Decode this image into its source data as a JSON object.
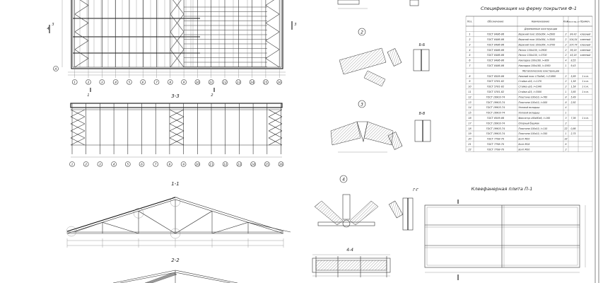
{
  "titles": {
    "section_3_3": "3-3",
    "section_1_1": "1-1",
    "section_2_2": "2-2",
    "section_4_4": "4-4",
    "node_2": "2",
    "node_3": "3",
    "node_4": "4",
    "section_b_b": "Б-Б",
    "section_v_v": "В-В",
    "section_g_g": "Г-Г",
    "spec_title": "Спецификация на ферму покрытия Ф-1",
    "plate_title": "Клеефанерная плита П-1"
  },
  "plan": {
    "axes": [
      "1",
      "2",
      "3",
      "4",
      "5",
      "6",
      "7",
      "8",
      "9",
      "10",
      "11",
      "12",
      "13",
      "14",
      "15",
      "16"
    ],
    "row_axes": [
      "4",
      "А"
    ],
    "cut_marks": [
      "1",
      "2",
      "3",
      "3"
    ]
  },
  "spec": {
    "headers": [
      "Поз.",
      "Обозначение",
      "Наименование",
      "Кол.",
      "Масса ед.,кг",
      "Примеч."
    ],
    "rows": [
      {
        "section": "Деревянные конструкции"
      },
      {
        "pos": "1",
        "code": "ГОСТ 8486-86",
        "name": "Верхний пояс 160x364, l=2900",
        "qty": "2",
        "mass": "84,43",
        "note": "клееный"
      },
      {
        "pos": "2",
        "code": "ГОСТ 8486-86",
        "name": "Верхний пояс 160x364, l=3500",
        "qty": "2",
        "mass": "104,54",
        "note": "клееный"
      },
      {
        "pos": "3",
        "code": "ГОСТ 8486-86",
        "name": "Верхний пояс 160x364, l=3700",
        "qty": "2",
        "mass": "107,74",
        "note": "клееный"
      },
      {
        "pos": "4",
        "code": "ГОСТ 8486-86",
        "name": "Раскос 150x150, l=2900",
        "qty": "2",
        "mass": "36,18",
        "note": "клееный"
      },
      {
        "pos": "5",
        "code": "ГОСТ 8486-86",
        "name": "Раскос 150x150, l=3700",
        "qty": "2",
        "mass": "45,18",
        "note": "клееный"
      },
      {
        "pos": "6",
        "code": "ГОСТ 8486-86",
        "name": "Накладка 100x160, l=909",
        "qty": "4",
        "mass": "8,55",
        "note": ""
      },
      {
        "pos": "7",
        "code": "ГОСТ 8486-86",
        "name": "Накладка 100x160, l=1950",
        "qty": "1",
        "mass": "9,43",
        "note": ""
      },
      {
        "section": "Металлические конструкции"
      },
      {
        "pos": "8",
        "code": "ГОСТ 8509-86",
        "name": "Нижний пояс L75x8x6, l=21880",
        "qty": "2",
        "mass": "5,69",
        "note": "1 п.м."
      },
      {
        "pos": "9",
        "code": "ГОСТ 5781-82",
        "name": "Стойка ⌀16, l=1170",
        "qty": "2",
        "mass": "1,58",
        "note": "1 п.м."
      },
      {
        "pos": "10",
        "code": "ГОСТ 5781-82",
        "name": "Стойка ⌀16, l=2340",
        "qty": "2",
        "mass": "1,58",
        "note": "1 п.м."
      },
      {
        "pos": "11",
        "code": "ГОСТ 5781-82",
        "name": "Стойка ⌀25, l=3500",
        "qty": "1",
        "mass": "3,85",
        "note": "1 п.м."
      },
      {
        "pos": "12",
        "code": "ГОСТ 19903-74",
        "name": "Пластина 100x10, l=760",
        "qty": "8",
        "mass": "5,49",
        "note": ""
      },
      {
        "pos": "13",
        "code": "ГОСТ 19903-74",
        "name": "Пластина 100x10, l=500",
        "qty": "8",
        "mass": "2,92",
        "note": ""
      },
      {
        "pos": "14",
        "code": "ГОСТ 19903-74",
        "name": "Узловой вкладыш",
        "qty": "4",
        "mass": "",
        "note": ""
      },
      {
        "pos": "15",
        "code": "ГОСТ 19903-74",
        "name": "Узловой вкладыш",
        "qty": "1",
        "mass": "",
        "note": ""
      },
      {
        "pos": "16",
        "code": "ГОСТ 8509-86",
        "name": "Фиксатор L80x80x6, l=160",
        "qty": "3",
        "mass": "7,36",
        "note": "1 п.м."
      },
      {
        "pos": "17",
        "code": "ГОСТ 19903-74",
        "name": "Опорный башмак",
        "qty": "2",
        "mass": "",
        "note": ""
      },
      {
        "pos": "18",
        "code": "ГОСТ 19903-74",
        "name": "Пластина 100x10, l=110",
        "qty": "22",
        "mass": "0,86",
        "note": ""
      },
      {
        "pos": "19",
        "code": "ГОСТ 19903-74",
        "name": "Пластина 100x10, l=350",
        "qty": "1",
        "mass": "2,75",
        "note": ""
      },
      {
        "pos": "20",
        "code": "ГОСТ 7798-70",
        "name": "Болт М20",
        "qty": "32",
        "mass": "",
        "note": ""
      },
      {
        "pos": "21",
        "code": "ГОСТ 7798-70",
        "name": "Болт М16",
        "qty": "6",
        "mass": "",
        "note": ""
      },
      {
        "pos": "22",
        "code": "ГОСТ 7798-70",
        "name": "Болт М30",
        "qty": "2",
        "mass": "",
        "note": ""
      }
    ]
  }
}
